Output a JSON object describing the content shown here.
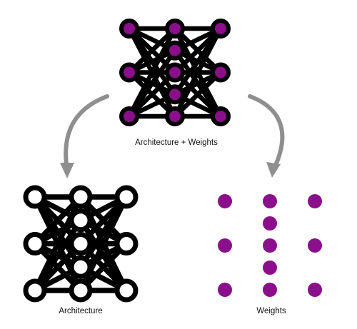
{
  "labels": {
    "top": "Architecture + Weights",
    "left": "Architecture",
    "right": "Weights"
  },
  "colors": {
    "line": "#000000",
    "node_fill_top": "#8b0f8b",
    "node_fill_architecture": "#ffffff",
    "weight_dot": "#8b0f8b",
    "arrow": "#8f8f8f"
  },
  "network": {
    "columns": [
      {
        "nodes": 3
      },
      {
        "nodes": 5
      },
      {
        "nodes": 3
      }
    ]
  }
}
